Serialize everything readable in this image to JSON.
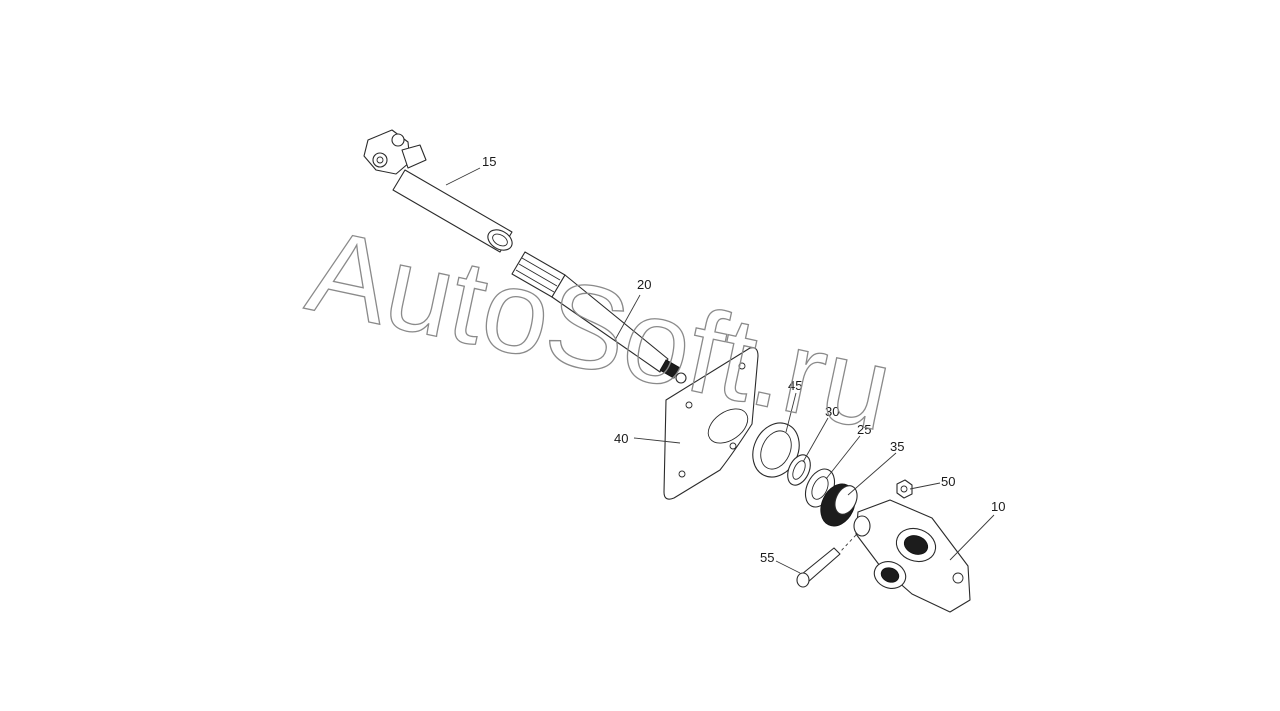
{
  "diagram": {
    "callouts": [
      {
        "id": "c15",
        "label": "15"
      },
      {
        "id": "c20",
        "label": "20"
      },
      {
        "id": "c40",
        "label": "40"
      },
      {
        "id": "c45",
        "label": "45"
      },
      {
        "id": "c30",
        "label": "30"
      },
      {
        "id": "c25",
        "label": "25"
      },
      {
        "id": "c35",
        "label": "35"
      },
      {
        "id": "c50",
        "label": "50"
      },
      {
        "id": "c10",
        "label": "10"
      },
      {
        "id": "c55",
        "label": "55"
      }
    ],
    "watermark": "AutoSoft.ru"
  },
  "colors": {
    "line": "#2b2b2b",
    "watermark_outline": "#8a8a8a",
    "background": "#ffffff"
  }
}
